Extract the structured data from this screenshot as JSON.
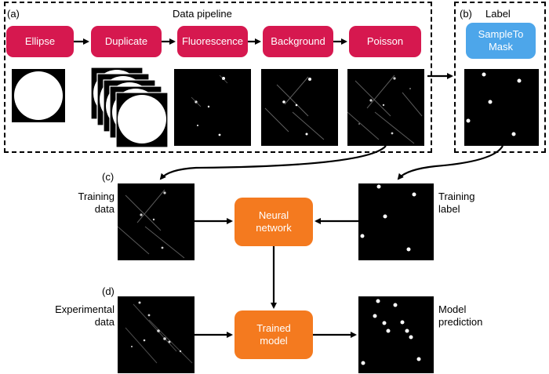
{
  "panel_a": {
    "tag": "(a)",
    "title": "Data pipeline",
    "steps": [
      "Ellipse",
      "Duplicate",
      "Fluorescence",
      "Background",
      "Poisson"
    ]
  },
  "panel_b": {
    "tag": "(b)",
    "title": "Label",
    "step_line1": "SampleTo",
    "step_line2": "Mask"
  },
  "panel_c": {
    "tag": "(c)",
    "input_line1": "Training",
    "input_line2": "data",
    "model_line1": "Neural",
    "model_line2": "network",
    "label_line1": "Training",
    "label_line2": "label"
  },
  "panel_d": {
    "tag": "(d)",
    "input_line1": "Experimental",
    "input_line2": "data",
    "model_line1": "Trained",
    "model_line2": "model",
    "output_line1": "Model",
    "output_line2": "prediction"
  },
  "colors": {
    "step_pink": "#d6184f",
    "step_blue": "#4da6ea",
    "model_orange": "#f47a1f"
  }
}
